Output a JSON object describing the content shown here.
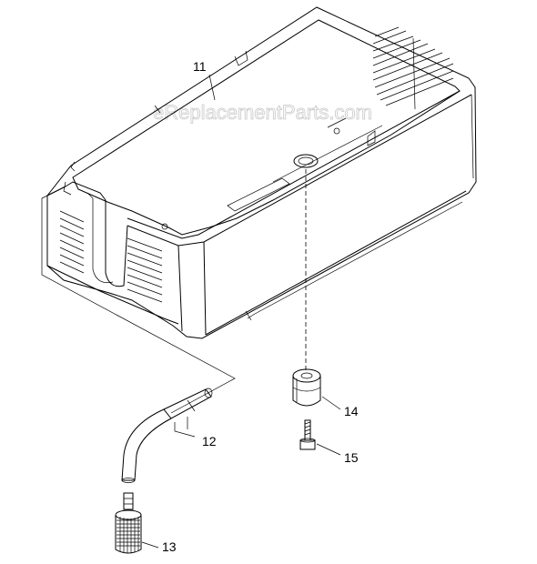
{
  "watermark": "eReplacementParts.com",
  "callouts": {
    "reservoir": "11",
    "hose": "12",
    "filter": "13",
    "float": "14",
    "screw": "15"
  }
}
